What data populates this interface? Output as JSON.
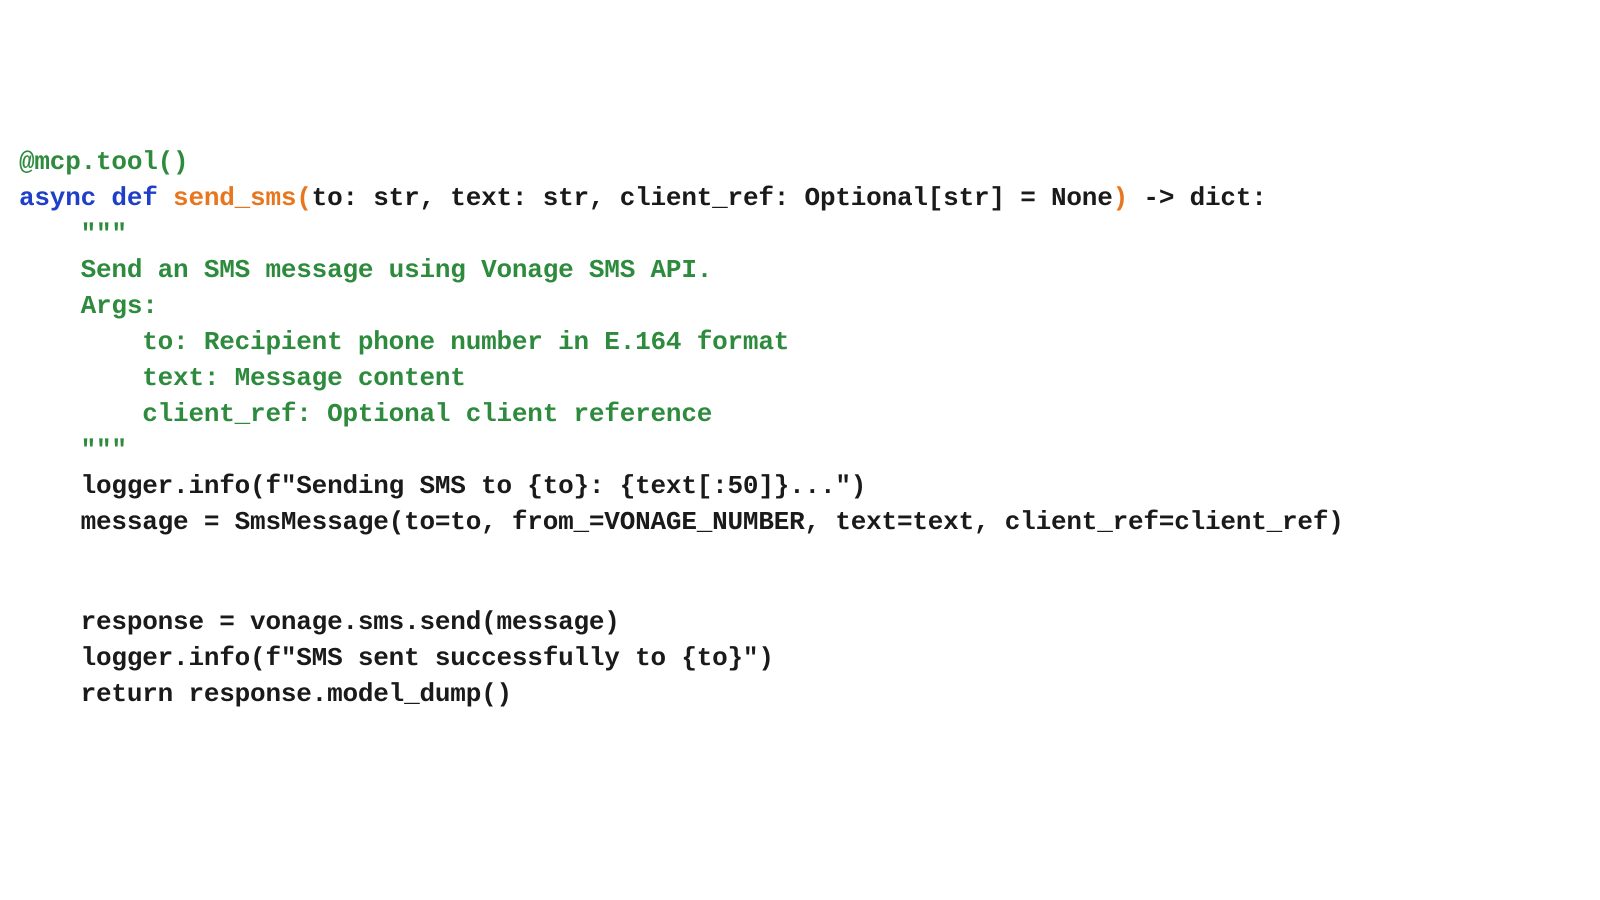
{
  "colors": {
    "background": "#ffffff",
    "text": "#1a1a1a",
    "keyword": "#1f3fc8",
    "function": "#e8761e",
    "decorator": "#2e8b3e",
    "docstring": "#2e8b3e"
  },
  "code": {
    "lines": [
      {
        "indent": "",
        "tokens": [
          {
            "text": "@mcp.tool()",
            "type": "decorator"
          }
        ]
      },
      {
        "indent": "",
        "tokens": [
          {
            "text": "async",
            "type": "keyword"
          },
          {
            "text": " ",
            "type": "plain"
          },
          {
            "text": "def",
            "type": "keyword"
          },
          {
            "text": " ",
            "type": "plain"
          },
          {
            "text": "send_sms(",
            "type": "function"
          },
          {
            "text": "to: str, text: str, client_ref: Optional[str] = None",
            "type": "plain"
          },
          {
            "text": ")",
            "type": "function"
          },
          {
            "text": " -> dict:",
            "type": "plain"
          }
        ]
      },
      {
        "indent": "    ",
        "tokens": [
          {
            "text": "\"\"\"",
            "type": "docstring"
          }
        ]
      },
      {
        "indent": "    ",
        "tokens": [
          {
            "text": "Send an SMS message using Vonage SMS API.",
            "type": "docstring"
          }
        ]
      },
      {
        "indent": "    ",
        "tokens": [
          {
            "text": "Args:",
            "type": "docstring"
          }
        ]
      },
      {
        "indent": "        ",
        "tokens": [
          {
            "text": "to: Recipient phone number in E.164 format",
            "type": "docstring"
          }
        ]
      },
      {
        "indent": "        ",
        "tokens": [
          {
            "text": "text: Message content",
            "type": "docstring"
          }
        ]
      },
      {
        "indent": "        ",
        "tokens": [
          {
            "text": "client_ref: Optional client reference",
            "type": "docstring"
          }
        ]
      },
      {
        "indent": "    ",
        "tokens": [
          {
            "text": "\"\"\"",
            "type": "docstring"
          }
        ]
      },
      {
        "indent": "    ",
        "tokens": [
          {
            "text": "logger.info(f\"Sending SMS to {to}: {text[:50]}...\")",
            "type": "plain"
          }
        ]
      },
      {
        "indent": "    ",
        "tokens": [
          {
            "text": "message = SmsMessage(to=to, from_=VONAGE_NUMBER, text=text, client_ref=client_ref)",
            "type": "plain"
          }
        ]
      },
      {
        "blank": true
      },
      {
        "indent": "    ",
        "tokens": [
          {
            "text": "response = vonage.sms.send(message)",
            "type": "plain"
          }
        ]
      },
      {
        "indent": "    ",
        "tokens": [
          {
            "text": "logger.info(f\"SMS sent successfully to {to}\")",
            "type": "plain"
          }
        ]
      },
      {
        "indent": "    ",
        "tokens": [
          {
            "text": "return response.model_dump()",
            "type": "plain"
          }
        ]
      }
    ]
  }
}
